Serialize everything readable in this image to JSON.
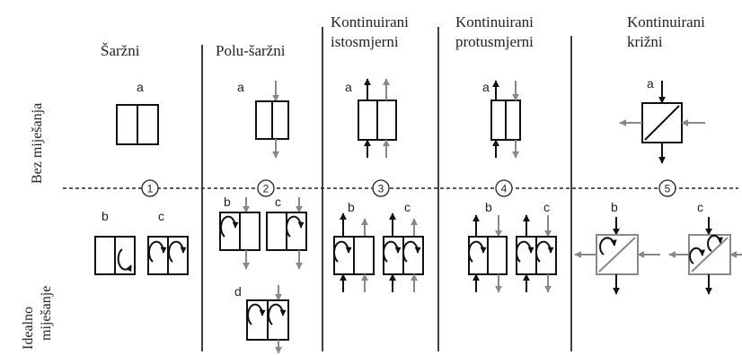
{
  "columns": [
    {
      "line1": "Šaržni",
      "line2": ""
    },
    {
      "line1": "Polu-šaržni",
      "line2": ""
    },
    {
      "line1": "Kontinuirani",
      "line2": "istosmjerni"
    },
    {
      "line1": "Kontinuirani",
      "line2": "protusmjerni"
    },
    {
      "line1": "Kontinuirani",
      "line2": "križni"
    }
  ],
  "rows": {
    "top": {
      "line1": "Bez miješanja"
    },
    "bottom": {
      "line1": "Idealno",
      "line2": "miješanje"
    }
  },
  "case_numbers": [
    "1",
    "2",
    "3",
    "4",
    "5"
  ],
  "sublabels": {
    "a": "a",
    "b": "b",
    "c": "c",
    "d": "d"
  },
  "colors": {
    "primary": "#111111",
    "secondary": "#888888"
  }
}
